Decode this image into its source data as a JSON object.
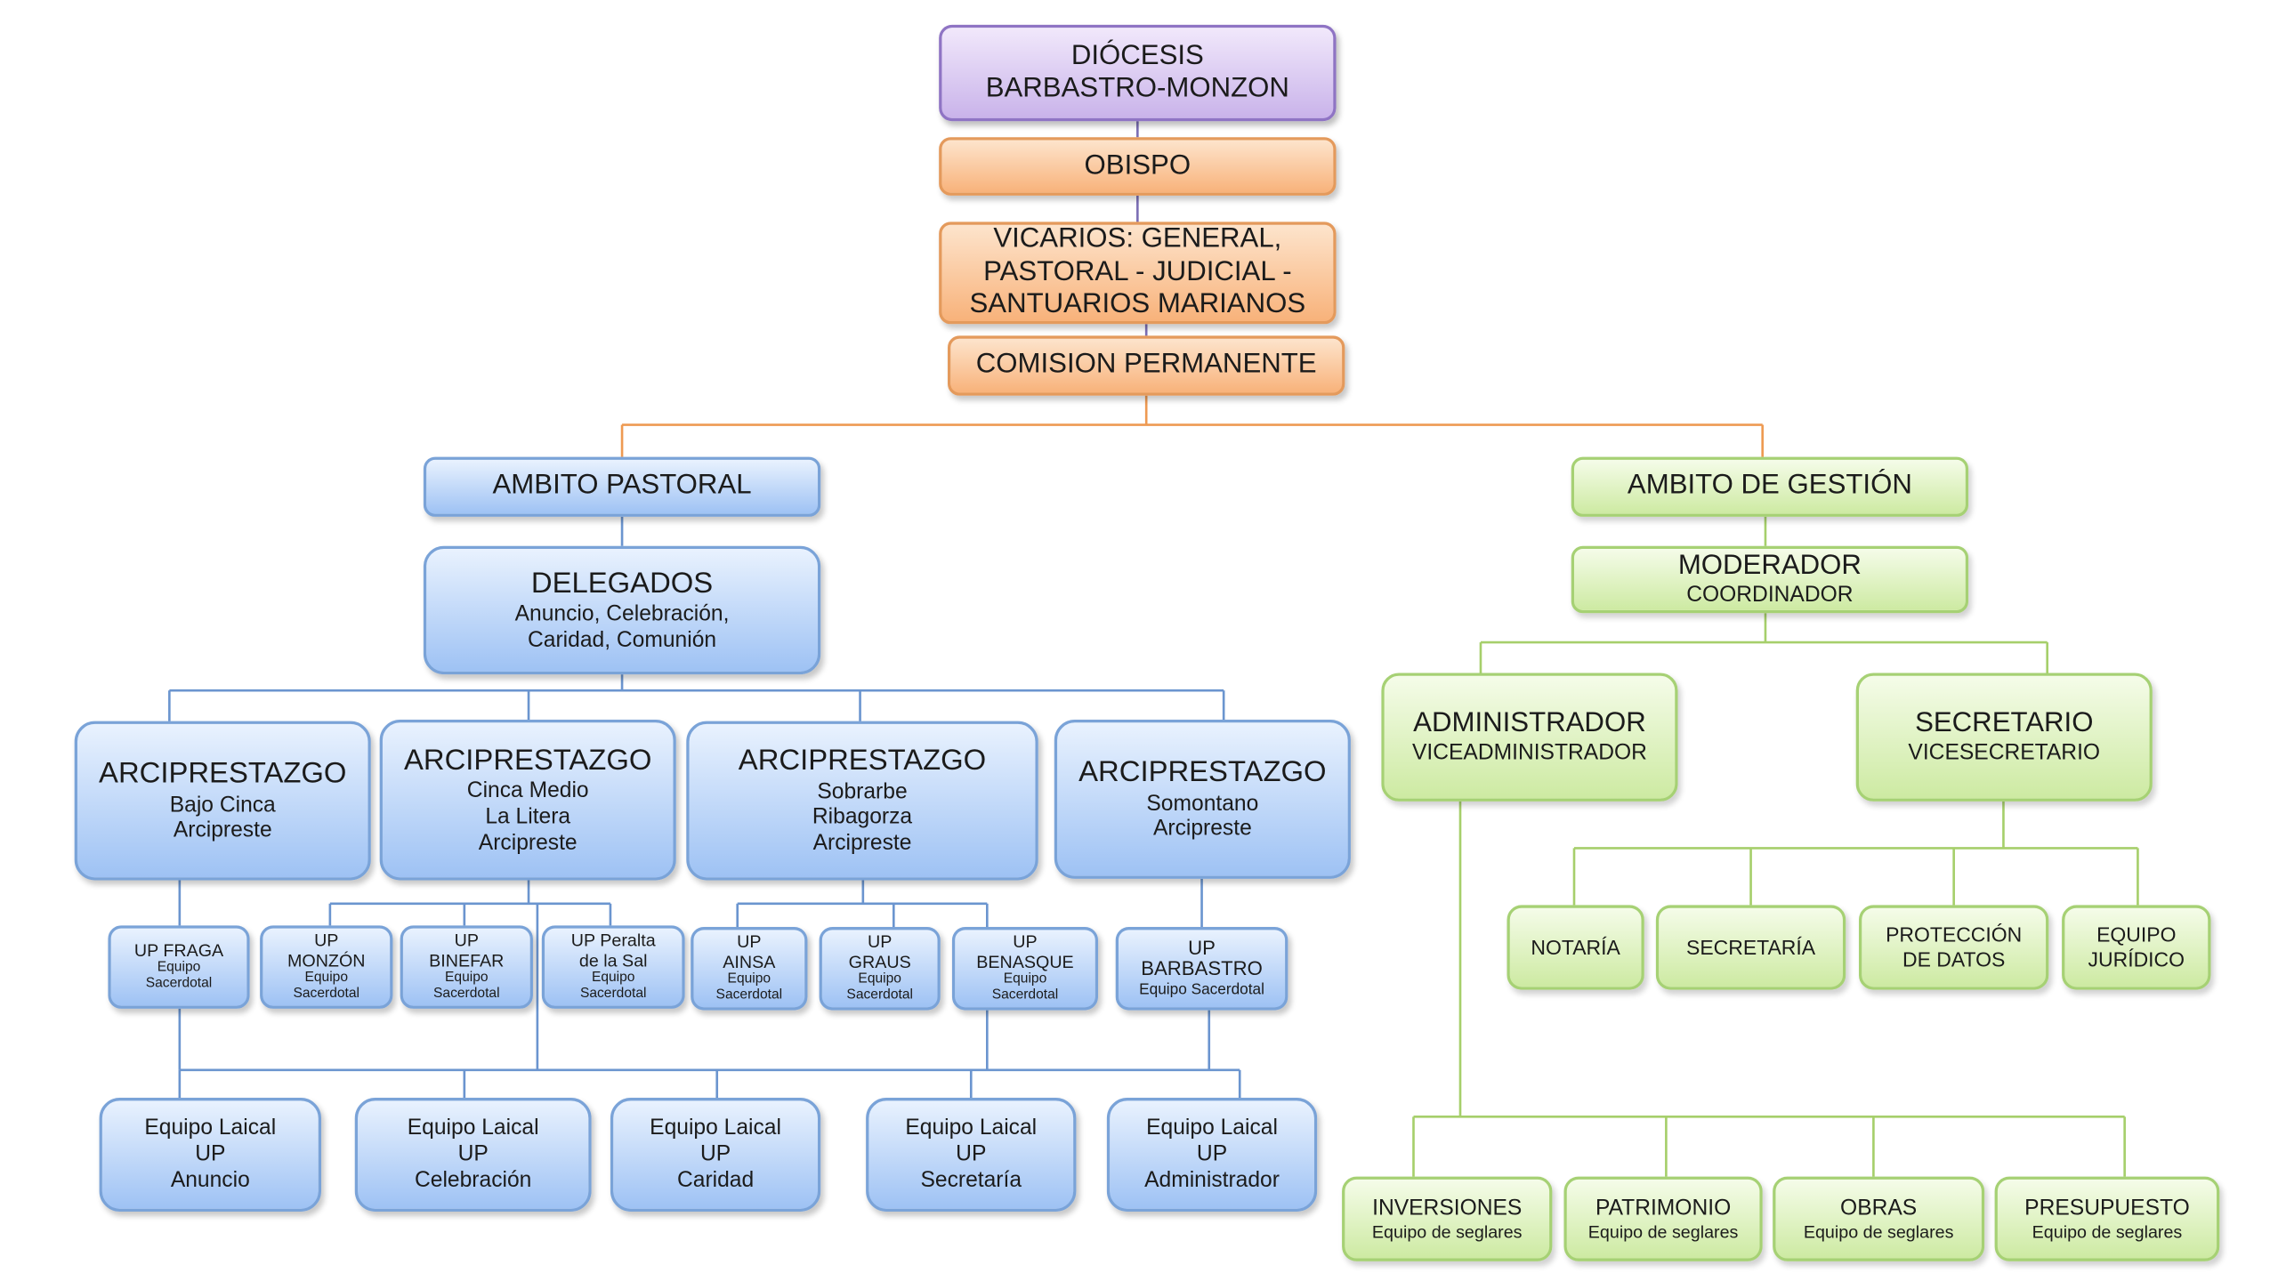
{
  "diocesis": [
    "DIÓCESIS",
    "BARBASTRO-MONZON"
  ],
  "obispo": "OBISPO",
  "vicarios": [
    "VICARIOS: GENERAL,",
    "PASTORAL - JUDICIAL -",
    "SANTUARIOS MARIANOS"
  ],
  "comision": "COMISION PERMANENTE",
  "pastoral": {
    "title": "AMBITO PASTORAL",
    "delegados": {
      "title": "DELEGADOS",
      "lines": [
        "Anuncio, Celebración,",
        "Caridad, Comunión"
      ]
    },
    "arciprestazgos": [
      {
        "title": "ARCIPRESTAZGO",
        "lines": [
          "Bajo Cinca",
          "Arcipreste"
        ]
      },
      {
        "title": "ARCIPRESTAZGO",
        "lines": [
          "Cinca Medio",
          "La Litera",
          "Arcipreste"
        ]
      },
      {
        "title": "ARCIPRESTAZGO",
        "lines": [
          "Sobrarbe",
          "Ribagorza",
          "Arcipreste"
        ]
      },
      {
        "title": "ARCIPRESTAZGO",
        "lines": [
          "Somontano",
          "Arcipreste"
        ]
      }
    ],
    "ups": [
      {
        "name": [
          "UP FRAGA"
        ],
        "sub": [
          "Equipo",
          "Sacerdotal"
        ]
      },
      {
        "name": [
          "UP",
          "MONZÓN"
        ],
        "sub": [
          "Equipo",
          "Sacerdotal"
        ]
      },
      {
        "name": [
          "UP",
          "BINEFAR"
        ],
        "sub": [
          "Equipo",
          "Sacerdotal"
        ]
      },
      {
        "name": [
          "UP Peralta",
          "de la Sal"
        ],
        "sub": [
          "Equipo",
          "Sacerdotal"
        ]
      },
      {
        "name": [
          "UP",
          "AINSA"
        ],
        "sub": [
          "Equipo",
          "Sacerdotal"
        ]
      },
      {
        "name": [
          "UP",
          "GRAUS"
        ],
        "sub": [
          "Equipo",
          "Sacerdotal"
        ]
      },
      {
        "name": [
          "UP",
          "BENASQUE"
        ],
        "sub": [
          "Equipo",
          "Sacerdotal"
        ]
      },
      {
        "name": [
          "UP",
          "BARBASTRO"
        ],
        "sub": [
          "Equipo Sacerdotal"
        ]
      }
    ],
    "equipos_laicales": [
      [
        "Equipo Laical",
        "UP",
        "Anuncio"
      ],
      [
        "Equipo Laical",
        "UP",
        "Celebración"
      ],
      [
        "Equipo Laical",
        "UP",
        "Caridad"
      ],
      [
        "Equipo Laical",
        "UP",
        "Secretaría"
      ],
      [
        "Equipo Laical",
        "UP",
        "Administrador"
      ]
    ]
  },
  "gestion": {
    "title": "AMBITO DE GESTIÓN",
    "moderador": {
      "title": "MODERADOR",
      "sub": "COORDINADOR"
    },
    "administrador": {
      "title": "ADMINISTRADOR",
      "sub": "VICEADMINISTRADOR"
    },
    "secretario": {
      "title": "SECRETARIO",
      "sub": "VICESECRETARIO"
    },
    "secretaria_items": [
      [
        "NOTARÍA"
      ],
      [
        "SECRETARÍA"
      ],
      [
        "PROTECCIÓN",
        "DE DATOS"
      ],
      [
        "EQUIPO",
        "JURÍDICO"
      ]
    ],
    "admin_items": [
      {
        "title": "INVERSIONES",
        "sub": "Equipo de seglares"
      },
      {
        "title": "PATRIMONIO",
        "sub": "Equipo de seglares"
      },
      {
        "title": "OBRAS",
        "sub": "Equipo de seglares"
      },
      {
        "title": "PRESUPUESTO",
        "sub": "Equipo de seglares"
      }
    ]
  },
  "colors": {
    "purple": "#c9b3ea",
    "orange": "#f8b27a",
    "blue": "#9ec2f4",
    "green": "#cdeaa2",
    "line_top": "#7c6fb5",
    "line_orange": "#ee9a52",
    "line_blue": "#6b95cf",
    "line_green": "#a6cf6b"
  }
}
